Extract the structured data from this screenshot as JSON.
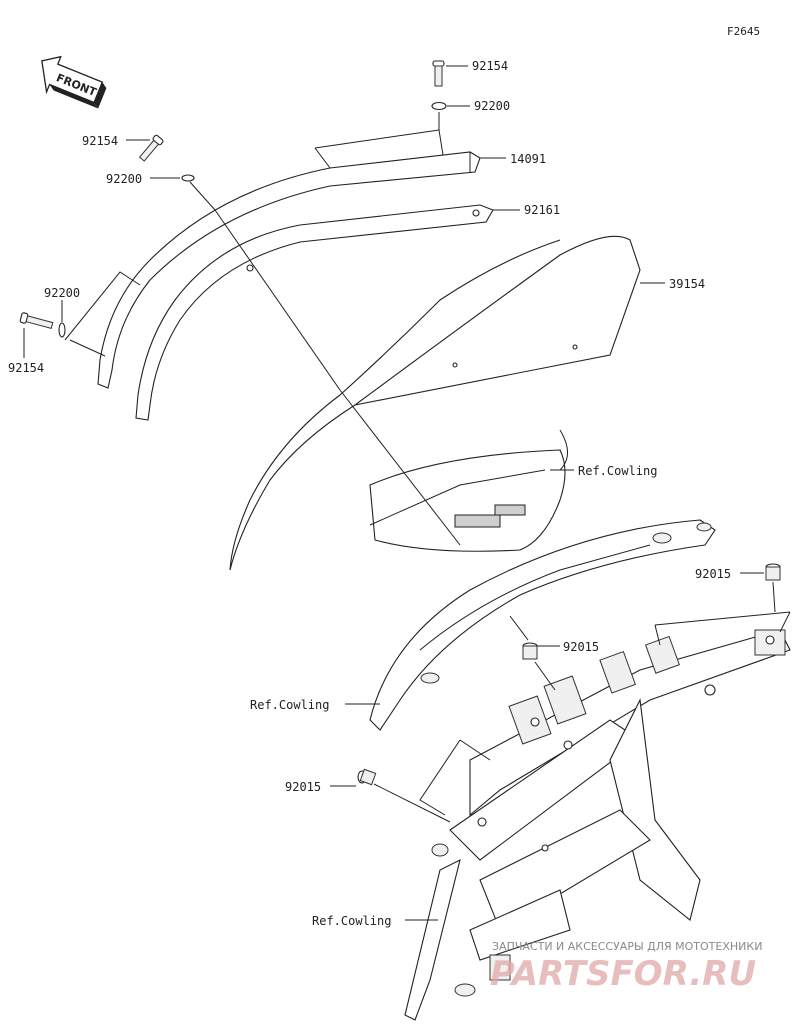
{
  "figure_code": "F2645",
  "front_label": "FRONT",
  "labels": {
    "bolt_top": "92154",
    "washer_top": "92200",
    "windshield_bracket": "14091",
    "bolt_left": "92154",
    "washer_left": "92200",
    "washer_side": "92200",
    "bolt_side": "92154",
    "plate": "92161",
    "windshield": "39154",
    "ref_cowling_1": "Ref.Cowling",
    "grommet_right": "92015",
    "grommet_mid": "92015",
    "ref_cowling_2": "Ref.Cowling",
    "grommet_left": "92015",
    "ref_cowling_3": "Ref.Cowling"
  },
  "watermark": {
    "tagline": "ЗАПЧАСТИ И АКСЕССУАРЫ ДЛЯ МОТОТЕХНИКИ",
    "brand": "PARTSFOR.RU"
  }
}
